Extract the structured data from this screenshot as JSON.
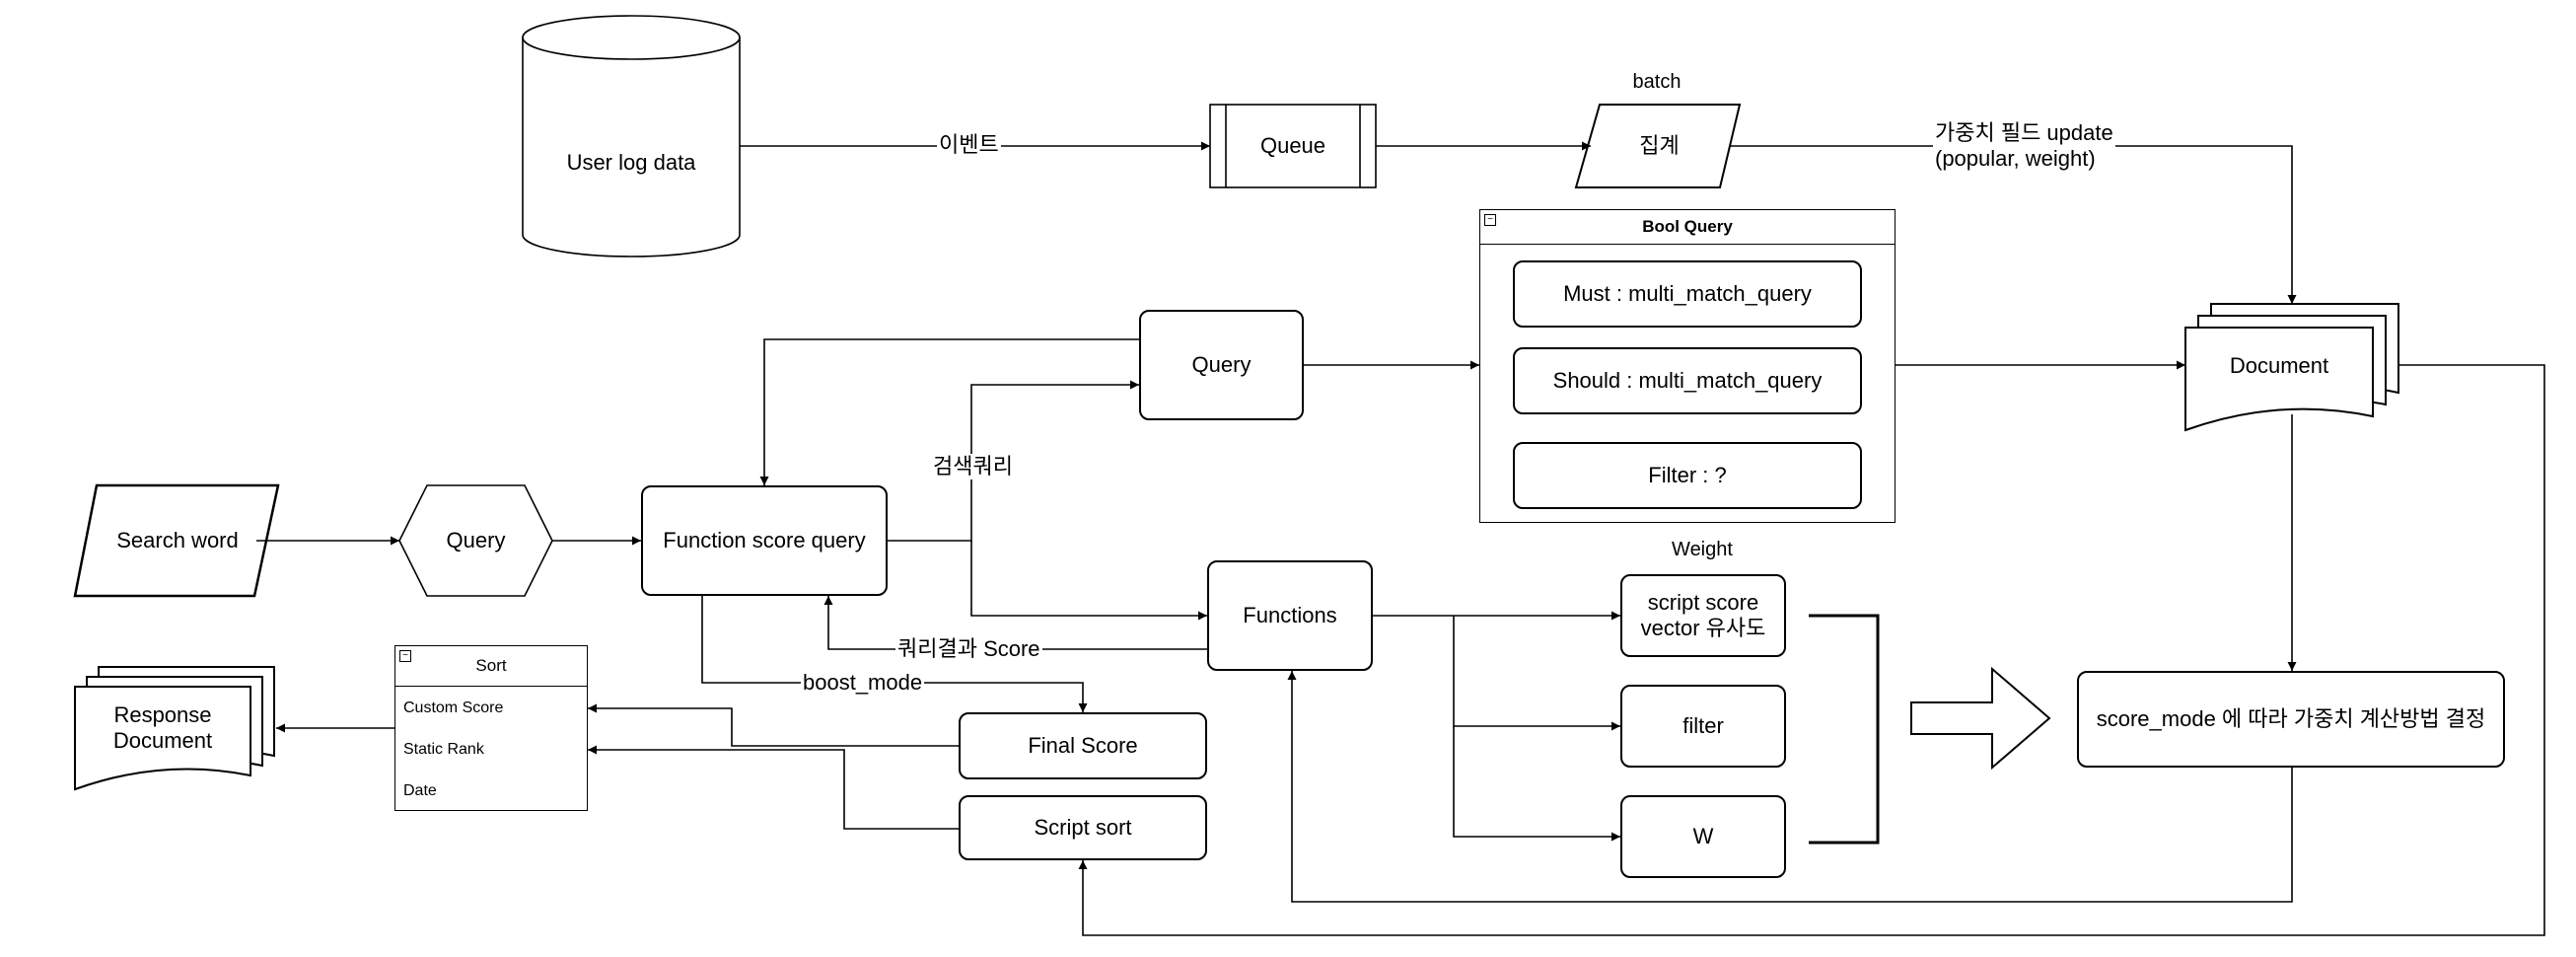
{
  "diagram": {
    "nodes": {
      "user_log_data": "User log data",
      "queue": "Queue",
      "aggregate": "집계",
      "bool_query_title": "Bool Query",
      "must": "Must : multi_match_query",
      "should": "Should : multi_match_query",
      "filter_q": "Filter : ?",
      "document": "Document",
      "query_top": "Query",
      "search_word": "Search word",
      "query_hex": "Query",
      "function_score_query": "Function score query",
      "functions": "Functions",
      "script_score": "script score\nvector 유사도",
      "filter_fn": "filter",
      "w": "W",
      "score_mode": "score_mode 에 따라 가중치 계산방법 결정",
      "final_score": "Final Score",
      "script_sort": "Script sort",
      "sort_title": "Sort",
      "sort_rows": [
        "Custom Score",
        "Static Rank",
        "Date"
      ],
      "response_document": "Response\nDocument"
    },
    "labels": {
      "event": "이벤트",
      "batch": "batch",
      "weight_update": "가중치 필드 update\n(popular, weight)",
      "search_query": "검색쿼리",
      "query_result_score": "쿼리결과 Score",
      "boost_mode": "boost_mode",
      "weight": "Weight"
    }
  }
}
